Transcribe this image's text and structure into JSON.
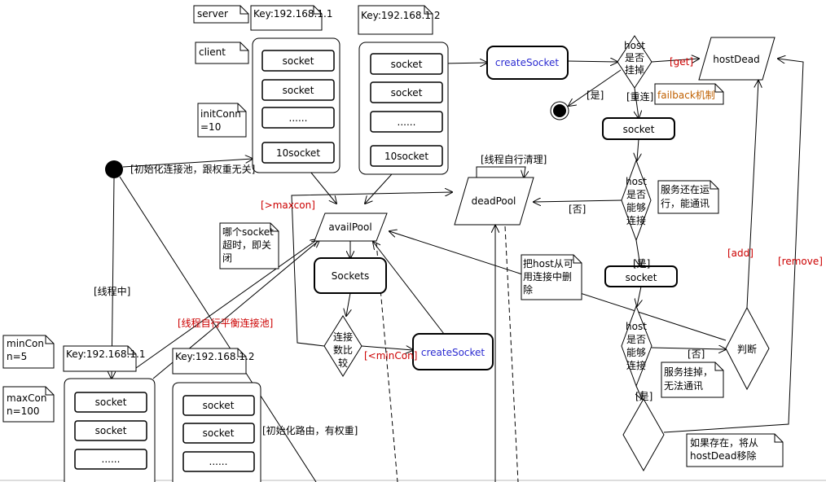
{
  "notes": {
    "server": "server",
    "key_srv1": "Key:192.168.1.1",
    "key_srv2": "Key:192.168.1.2",
    "client": "client",
    "init_conn": [
      "initConn",
      "=10"
    ],
    "timeout": [
      "哪个socket",
      "超时，即关",
      "闭"
    ],
    "min_con": [
      "minCon",
      "n=5"
    ],
    "max_con": [
      "maxCon",
      "n=100"
    ],
    "key_cli1": "Key:192.168.1.1",
    "key_cli2": "Key:192.168.1.2",
    "remove_host": [
      "把host从可",
      "用连接中删",
      "除"
    ],
    "failback": "failback机制",
    "alive": [
      "服务还在运",
      "行，能通讯"
    ],
    "down": [
      "服务挂掉，",
      "无法通讯"
    ],
    "if_exists": [
      "如果存在，将从",
      "hostDead移除"
    ]
  },
  "server_pool_1": [
    "socket",
    "socket",
    "......",
    "10socket"
  ],
  "server_pool_2": [
    "socket",
    "socket",
    "......",
    "10socket"
  ],
  "client_pool_1": [
    "socket",
    "socket",
    "......"
  ],
  "client_pool_2": [
    "socket",
    "socket",
    "......"
  ],
  "nodes": {
    "create_socket_top": "createSocket",
    "create_socket_mid": "createSocket",
    "sockets": "Sockets",
    "socket_reconnect": "socket",
    "socket_check": "socket",
    "host_dead": "hostDead",
    "avail_pool": "availPool",
    "dead_pool": "deadPool"
  },
  "decisions": {
    "host_down": [
      "host",
      "是否",
      "挂掉"
    ],
    "host_connect_1": [
      "host",
      "是否",
      "能够",
      "连接"
    ],
    "host_connect_2": [
      "host",
      "是否",
      "能够",
      "连接"
    ],
    "conn_compare": [
      "连接",
      "数比",
      "较"
    ],
    "judge": "判断"
  },
  "guards": {
    "init_pool": "[初始化连接池，跟权重无关]",
    "gt_maxcon": "[>maxcon]",
    "in_thread": "[线程中]",
    "balance": "[线程自行平衡连接池]",
    "init_route": "[初始化路由，有权重]",
    "lt_mincon": "[<minCon]",
    "self_clean": "[线程自行清理]",
    "get": "[get]",
    "yes_1": "[是]",
    "reconnect": "[重连]",
    "no_1": "[否]",
    "add": "[add]",
    "remove": "[remove]",
    "yes_2": "[是]",
    "no_2": "[否]",
    "yes_3": "[是]"
  },
  "colors": {
    "guard_red": "#cc0000",
    "action_blue": "#2b2bd1",
    "failback_orange": "#c06000",
    "line": "#000000"
  }
}
